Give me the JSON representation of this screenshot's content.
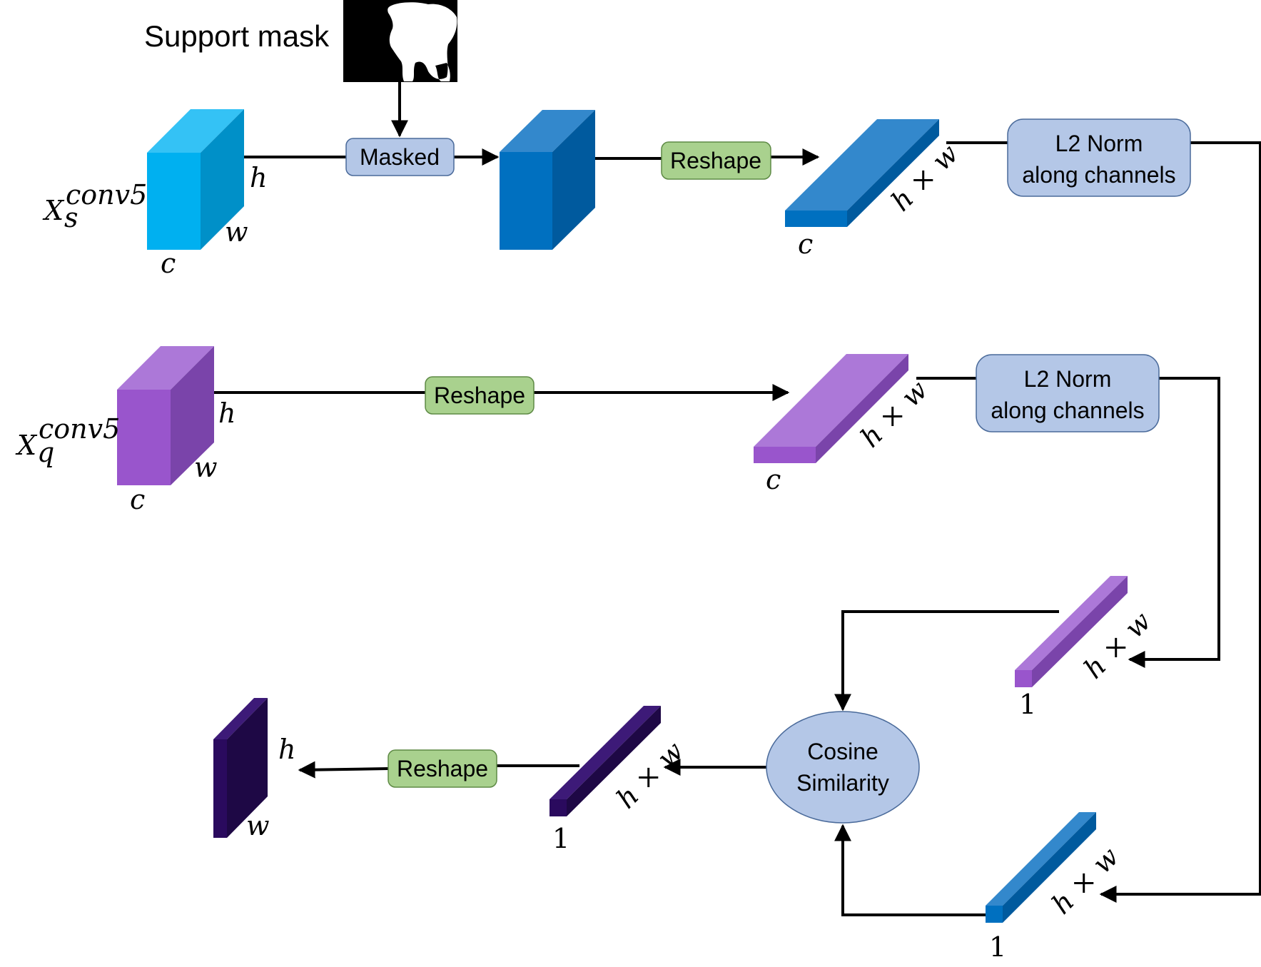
{
  "support_mask_label": "Support mask",
  "ops": {
    "masked": "Masked",
    "reshape_support": "Reshape",
    "reshape_query": "Reshape",
    "reshape_output": "Reshape",
    "l2norm_support_line1": "L2 Norm",
    "l2norm_support_line2": "along channels",
    "l2norm_query_line1": "L2 Norm",
    "l2norm_query_line2": "along channels",
    "cosine_line1": "Cosine",
    "cosine_line2": "Similarity"
  },
  "tensors": {
    "support_var": "X",
    "support_sub": "s",
    "support_sup": "conv5",
    "query_var": "X",
    "query_sub": "q",
    "query_sup": "conv5"
  },
  "dims": {
    "h": "h",
    "w": "w",
    "c": "c",
    "hw": "h × w",
    "one": "1"
  },
  "colors": {
    "support_light": "#00B0F0",
    "support_dark": "#0070C0",
    "query": "#9955CC",
    "output": "#2A0A5E",
    "op_blue": "#B4C7E7",
    "op_green": "#A9D18E"
  }
}
